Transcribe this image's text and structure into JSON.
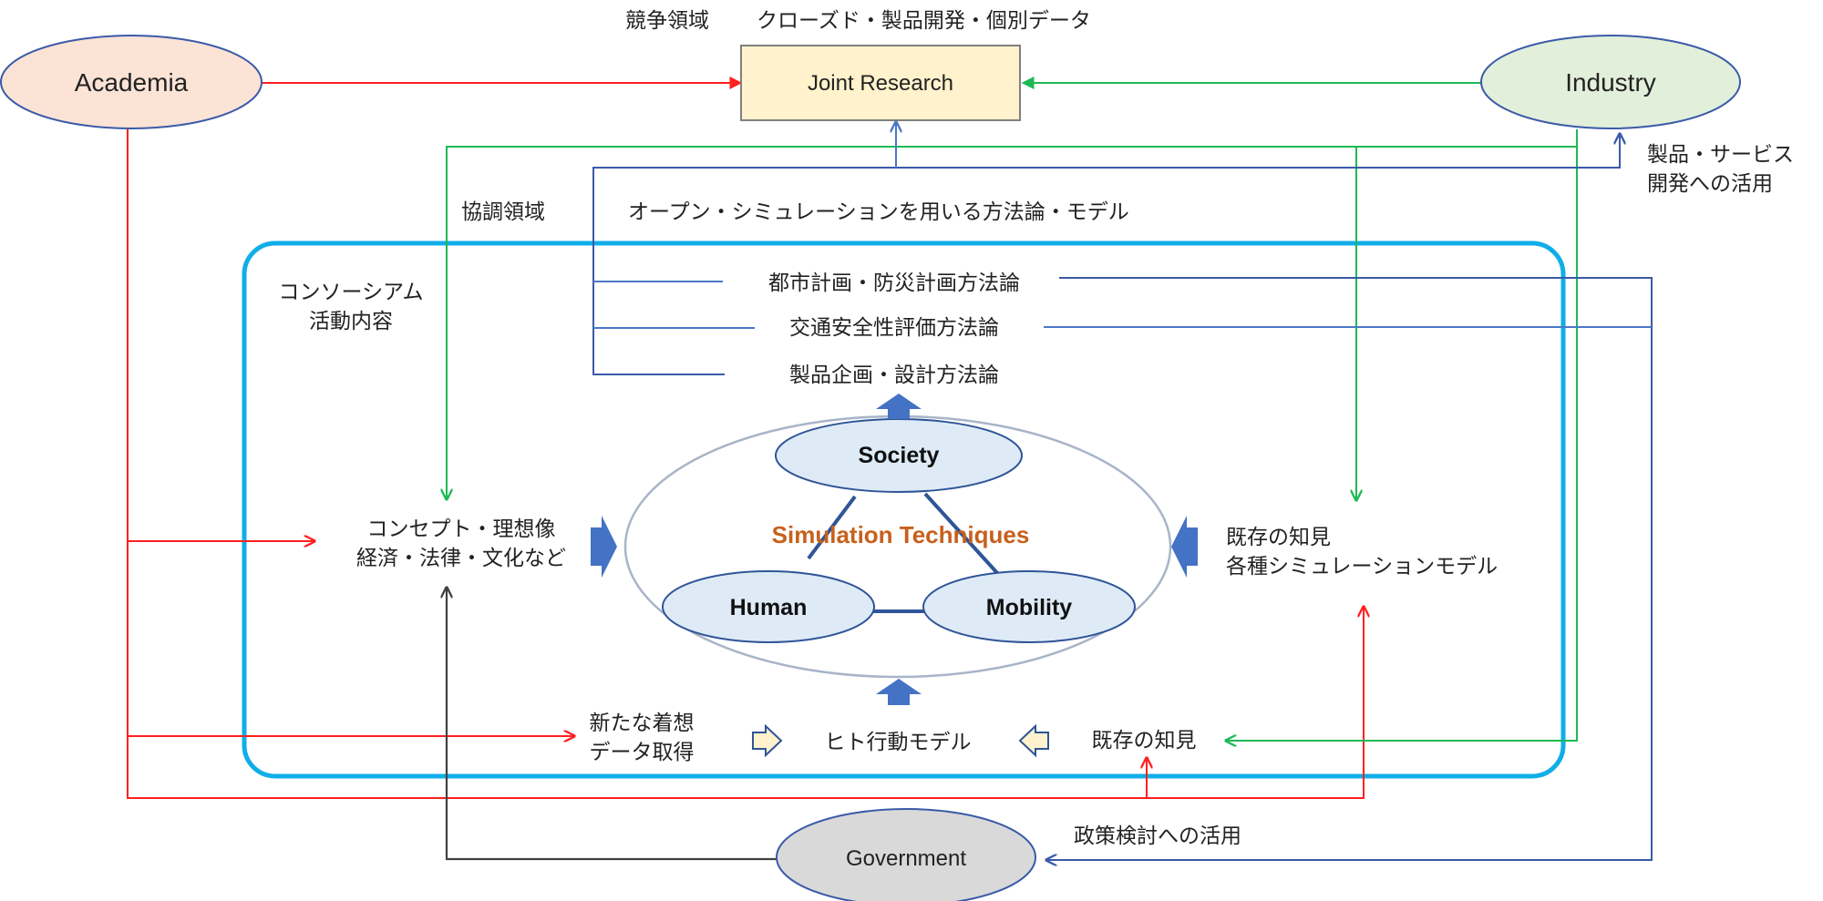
{
  "colors": {
    "red": "#ff2020",
    "green": "#1db954",
    "blue": "#3a5aa8",
    "lightblue": "#4a78c8",
    "cyan": "#10aee8",
    "dark": "#404040",
    "accent": "#c8601c",
    "academia_fill": "#fbe3d6",
    "industry_fill": "#e2efda",
    "government_fill": "#d9d9d9",
    "joint_fill": "#fff2cc",
    "sub_fill": "#deebf7"
  },
  "top": {
    "competition_area": "競争領域",
    "closed_product": "クローズド・製品開発・個別データ"
  },
  "nodes": {
    "academia": "Academia",
    "industry": "Industry",
    "joint_research": "Joint Research",
    "government": "Government"
  },
  "labels": {
    "product_service_1": "製品・サービス",
    "product_service_2": "開発への活用",
    "cooperation_area": "協調領域",
    "open_sim": "オープン・シミュレーションを用いる方法論・モデル",
    "consortium_1": "コンソーシアム",
    "consortium_2": "活動内容",
    "urban_planning": "都市計画・防災計画方法論",
    "traffic_safety": "交通安全性評価方法論",
    "product_planning": "製品企画・設計方法論",
    "concept_1": "コンセプト・理想像",
    "concept_2": "経済・法律・文化など",
    "existing_1": "既存の知見",
    "existing_2": "各種シミュレーションモデル",
    "new_idea_1": "新たな着想",
    "new_idea_2": "データ取得",
    "human_model": "ヒト行動モデル",
    "existing_knowledge": "既存の知見",
    "policy_use": "政策検討への活用"
  },
  "core": {
    "title": "Simulation Techniques",
    "society": "Society",
    "human": "Human",
    "mobility": "Mobility"
  }
}
